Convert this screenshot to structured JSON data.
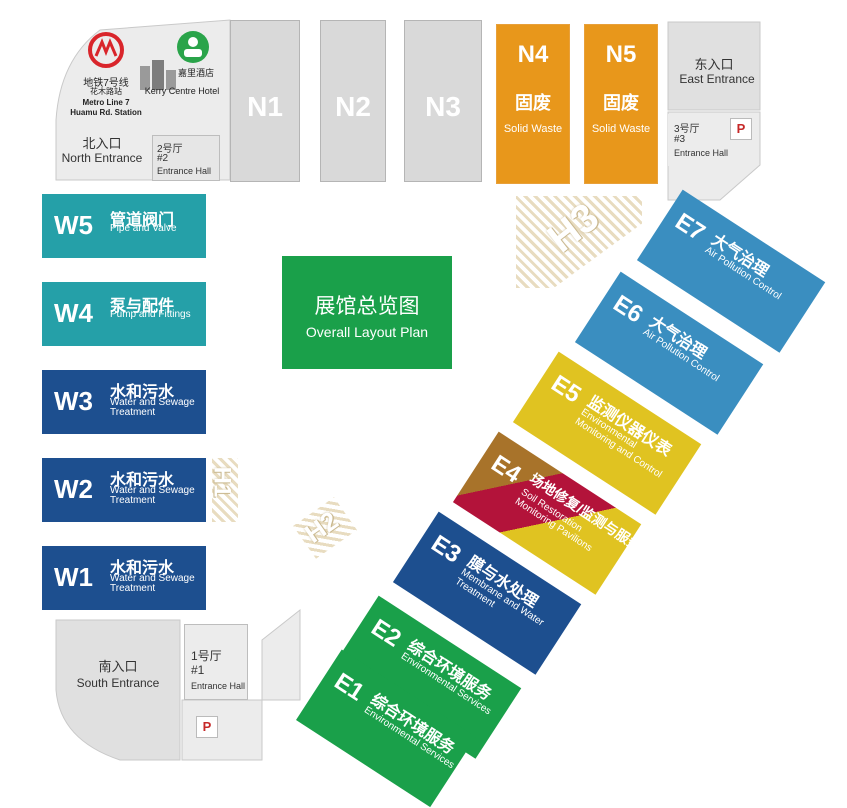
{
  "colors": {
    "gray_hall": "#d9d9d9",
    "orange": "#e8971b",
    "teal": "#25a0a8",
    "navy": "#1d4f8f",
    "green": "#1aa04a",
    "yellow": "#e0c321",
    "brown": "#a8732a",
    "crimson": "#b3133a",
    "sky": "#3a8ec0",
    "metro_red": "#d9252b"
  },
  "center": {
    "title_cn": "展馆总览图",
    "title_en": "Overall Layout Plan"
  },
  "landmarks": {
    "metro_cn": "地铁7号线",
    "metro_sub": "花木路站",
    "metro_en_1": "Metro Line 7",
    "metro_en_2": "Huamu Rd. Station",
    "hotel_cn": "嘉里酒店",
    "hotel_en": "Kerry Centre Hotel"
  },
  "entrances": {
    "north": {
      "cn": "北入口",
      "en": "North Entrance"
    },
    "east": {
      "cn": "东入口",
      "en": "East Entrance"
    },
    "south": {
      "cn": "南入口",
      "en": "South Entrance"
    }
  },
  "entrance_halls": {
    "hall2": {
      "cn": "2号厅",
      "num": "#2",
      "en": "Entrance Hall"
    },
    "hall3": {
      "cn": "3号厅",
      "num": "#3",
      "en": "Entrance Hall"
    },
    "hall1": {
      "cn": "1号厅",
      "num": "#1",
      "en": "Entrance Hall"
    }
  },
  "parking": "P",
  "north_halls": [
    {
      "code": "N1"
    },
    {
      "code": "N2"
    },
    {
      "code": "N3"
    }
  ],
  "orange_halls": [
    {
      "code": "N4",
      "cn": "固废",
      "en": "Solid Waste"
    },
    {
      "code": "N5",
      "cn": "固废",
      "en": "Solid Waste"
    }
  ],
  "west_halls": [
    {
      "code": "W5",
      "cn": "管道阀门",
      "en": "Pipe and Valve"
    },
    {
      "code": "W4",
      "cn": "泵与配件",
      "en": "Pump and Fittings"
    },
    {
      "code": "W3",
      "cn": "水和污水",
      "en": "Water and Sewage Treatment"
    },
    {
      "code": "W2",
      "cn": "水和污水",
      "en": "Water and Sewage Treatment"
    },
    {
      "code": "W1",
      "cn": "水和污水",
      "en": "Water and Sewage Treatment"
    }
  ],
  "east_halls": [
    {
      "code": "E7",
      "cn": "大气治理",
      "en": "Air Pollution Control"
    },
    {
      "code": "E6",
      "cn": "大气治理",
      "en": "Air Pollution Control"
    },
    {
      "code": "E5",
      "cn": "监测仪器仪表",
      "en": "Environmental Monitoring and Control"
    },
    {
      "code": "E4",
      "cn": "场地修复/监测与服务",
      "en": "Soil Restoration Monitoring Pavilions"
    },
    {
      "code": "E3",
      "cn": "膜与水处理",
      "en": "Membrane and Water Treatment"
    },
    {
      "code": "E2",
      "cn": "综合环境服务",
      "en": "Environmental Services"
    },
    {
      "code": "E1",
      "cn": "综合环境服务",
      "en": "Environmental Services"
    }
  ],
  "corridors": {
    "h1": "H1",
    "h2": "H2",
    "h3": "H3"
  }
}
